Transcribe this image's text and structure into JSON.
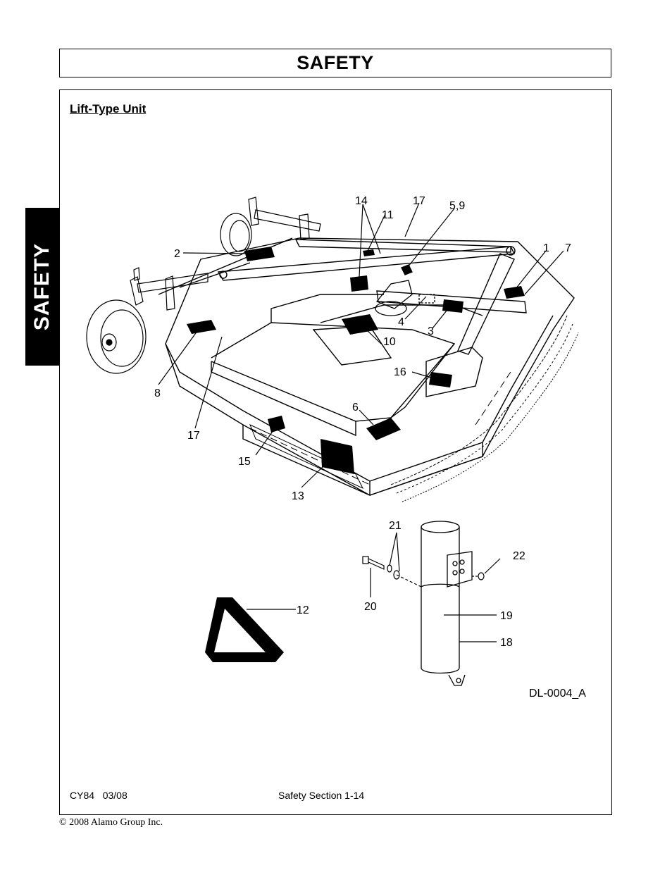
{
  "header": {
    "title": "SAFETY"
  },
  "side_tab": {
    "label": "SAFETY"
  },
  "section": {
    "heading": "Lift-Type Unit"
  },
  "figure": {
    "id_label": "DL-0004_A",
    "callouts": {
      "c1": "1",
      "c2": "2",
      "c3": "3",
      "c4": "4",
      "c59": "5,9",
      "c6": "6",
      "c7": "7",
      "c8": "8",
      "c10": "10",
      "c11": "11",
      "c12": "12",
      "c13": "13",
      "c14": "14",
      "c15": "15",
      "c16": "16",
      "c17a": "17",
      "c17b": "17",
      "c18": "18",
      "c19": "19",
      "c20": "20",
      "c21": "21",
      "c22": "22"
    }
  },
  "footer": {
    "model": "CY84",
    "date": "03/08",
    "section_page": "Safety Section 1-14"
  },
  "copyright": "© 2008 Alamo Group Inc."
}
